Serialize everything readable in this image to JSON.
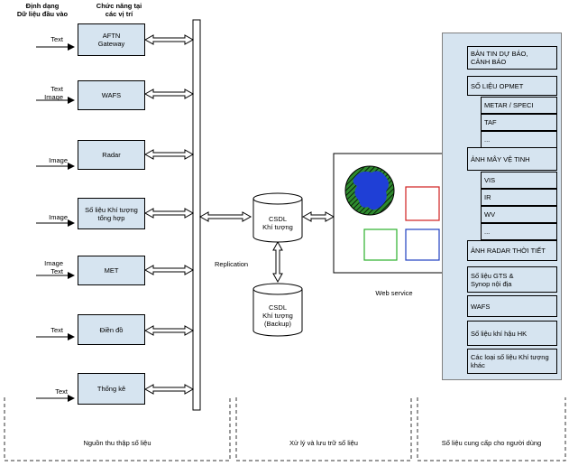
{
  "headers": {
    "input_format": "Định dạng\nDữ liệu đầu vào",
    "location_function": "Chức năng tại\ncác vị trí"
  },
  "sources": [
    {
      "input": "Text",
      "label": "AFTN\nGateway"
    },
    {
      "input": "Text\nImage",
      "label": "WAFS"
    },
    {
      "input": "Image",
      "label": "Radar"
    },
    {
      "input": "Image",
      "label": "Số liệu Khí tượng\ntổng hợp"
    },
    {
      "input": "Image\nText",
      "label": "MET"
    },
    {
      "input": "Text",
      "label": "Điền đồ"
    },
    {
      "input": "Text",
      "label": "Thống kê"
    }
  ],
  "db_main": "CSDL\nKhí tượng",
  "db_backup": "CSDL\nKhí tượng\n(Backup)",
  "replication_label": "Replication",
  "web_service_label": "Web service",
  "products": [
    {
      "label": "BẢN TIN DỰ BÁO,\nCẢNH BÁO",
      "level": "main"
    },
    {
      "label": "SỐ LIỆU OPMET",
      "level": "main"
    },
    {
      "label": "METAR / SPECI",
      "level": "sub"
    },
    {
      "label": "TAF",
      "level": "sub"
    },
    {
      "label": "...",
      "level": "sub"
    },
    {
      "label": "ẢNH MÂY VỆ TINH",
      "level": "main"
    },
    {
      "label": "VIS",
      "level": "sub"
    },
    {
      "label": "IR",
      "level": "sub"
    },
    {
      "label": "WV",
      "level": "sub"
    },
    {
      "label": "...",
      "level": "sub"
    },
    {
      "label": "ẢNH RADAR THỜI TIẾT",
      "level": "main"
    },
    {
      "label": "Số liệu GTS &\nSynop nội địa",
      "level": "main"
    },
    {
      "label": "WAFS",
      "level": "main"
    },
    {
      "label": "Số liệu khí hậu HK",
      "level": "main"
    },
    {
      "label": "Các loại số liệu Khí tượng\nkhác",
      "level": "main"
    }
  ],
  "footer": {
    "collection": "Nguồn thu thập số liệu",
    "processing": "Xử lý và lưu trữ số liệu",
    "distribution": "Số liệu cung cấp cho người dùng"
  }
}
